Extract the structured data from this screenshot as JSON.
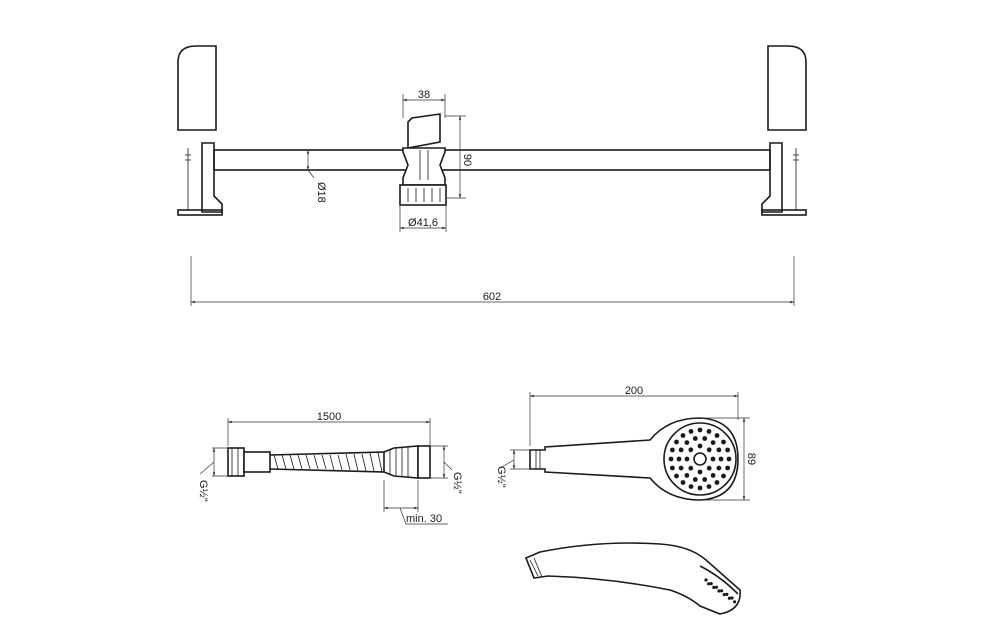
{
  "dimensions": {
    "bracket_width": "38",
    "bracket_height": "90",
    "rail_diameter": "Ø18",
    "holder_diameter": "Ø41,6",
    "rail_length": "602",
    "hose_length": "1500",
    "hose_thread_left": "G½\"",
    "hose_thread_right": "G½\"",
    "hose_min": "min. 30",
    "handshower_length": "200",
    "handshower_width": "89",
    "handshower_thread": "G½\""
  },
  "colors": {
    "line": "#1a1a1a",
    "background": "#ffffff"
  }
}
